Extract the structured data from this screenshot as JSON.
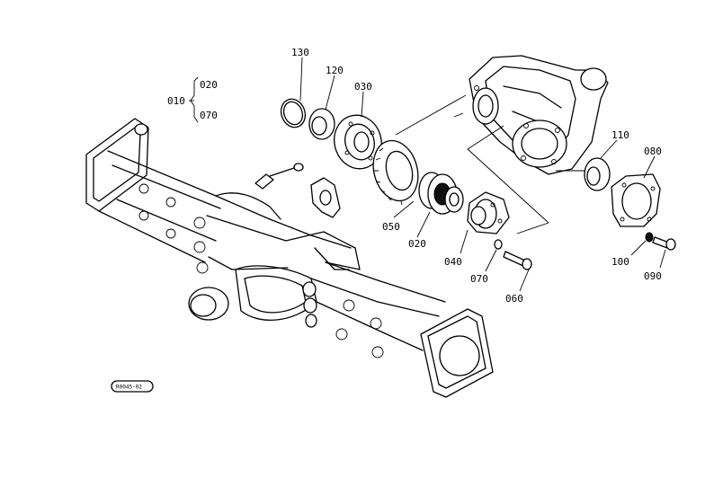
{
  "callouts": {
    "p130": "130",
    "p120": "120",
    "p030": "030",
    "p010": "010",
    "p020_top": "020",
    "p070_top": "070",
    "p110": "110",
    "p080": "080",
    "p050": "050",
    "p020": "020",
    "p040": "040",
    "p070": "070",
    "p060": "060",
    "p100": "100",
    "p090": "090"
  },
  "figure_code": "R0045-02"
}
